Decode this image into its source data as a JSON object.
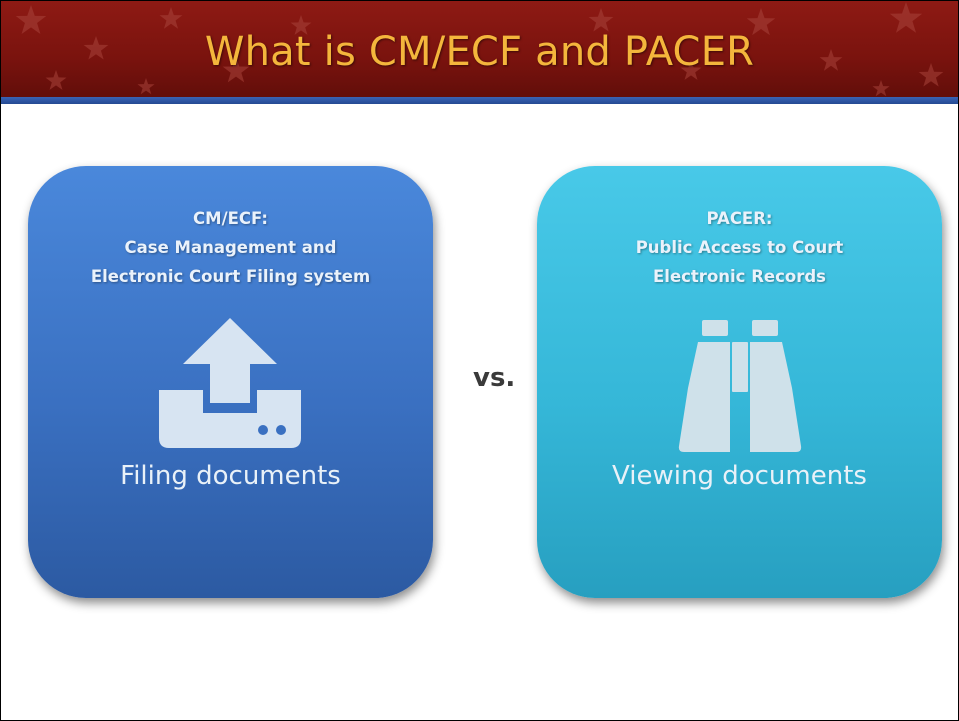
{
  "slide": {
    "title": "What is CM/ECF and PACER",
    "title_color": "#f4b63c",
    "banner_color": "#7a130e",
    "separator": "vs."
  },
  "left_card": {
    "heading_lines": [
      "CM/ECF:",
      "Case Management and",
      "Electronic Court Filing system"
    ],
    "caption": "Filing documents",
    "icon": "upload-tray-icon",
    "color": "#3a70c1"
  },
  "right_card": {
    "heading_lines": [
      "PACER:",
      "Public Access to Court",
      "Electronic Records"
    ],
    "caption": "Viewing documents",
    "icon": "binoculars-icon",
    "color": "#35b7d8"
  }
}
